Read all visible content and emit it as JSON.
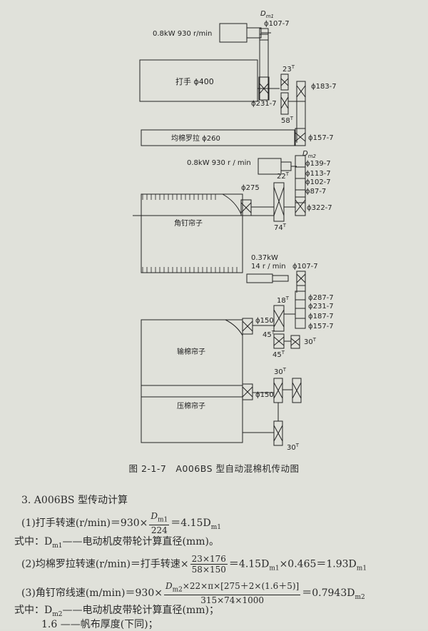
{
  "diagram": {
    "motor1": "0.8kW 930 r/min",
    "dm1_top": "D",
    "dm1_top_sub": "m1",
    "pulley_107_a": "ϕ107-7",
    "beater": "打手 ϕ400",
    "gear_23": "23",
    "gear_23_sup": "T",
    "pulley_183": "ϕ183-7",
    "pulley_231_a": "ϕ231-7",
    "gear_58": "58",
    "gear_58_sup": "T",
    "roller": "均棉罗拉 ϕ260",
    "pulley_157_a": "ϕ157-7",
    "dm2": "D",
    "dm2_sub": "m2",
    "pulley_139": "ϕ139-7",
    "motor2": "0.8kW 930 r / min",
    "pulley_113": "ϕ113-7",
    "pulley_102": "ϕ102-7",
    "pulley_87": "ϕ87-7",
    "gear_22": "22",
    "gear_22_sup": "T",
    "pulley_275": "ϕ275",
    "pulley_322": "ϕ322-7",
    "lattice": "角钉帘子",
    "gear_74": "74",
    "gear_74_sup": "T",
    "motor3_power": "0.37kW",
    "motor3_speed": "14 r / min",
    "pulley_107_b": "ϕ107-7",
    "gear_18": "18",
    "gear_18_sup": "T",
    "pulley_287": "ϕ287-7",
    "pulley_231_b": "ϕ231-7",
    "pulley_187": "ϕ187-7",
    "pulley_157_b": "ϕ157-7",
    "pulley_150_a": "ϕ150",
    "gear_45a": "45",
    "gear_45a_sup": "T",
    "gear_30a": "30",
    "gear_30a_sup": "T",
    "feed_lattice": "输棉帘子",
    "gear_45b": "45",
    "gear_45b_sup": "T",
    "gear_30b": "30",
    "gear_30b_sup": "T",
    "pulley_150_b": "ϕ150",
    "press_lattice": "压棉帘子",
    "gear_30c": "30",
    "gear_30c_sup": "T"
  },
  "caption": "图 2-1-7　A006BS 型自动混棉机传动图",
  "section": "3. A006BS 型传动计算",
  "eq1": {
    "lhs": "(1)打手转速(r/min)＝930×",
    "num": "D",
    "num_sub": "m1",
    "den": "224",
    "rhs": "＝4.15D",
    "rhs_sub": "m1"
  },
  "note1": {
    "text": "式中：D",
    "sub": "m1",
    "rest": "——电动机皮带轮计算直径(mm)。"
  },
  "eq2": {
    "lhs": "(2)均棉罗拉转速(r/min)＝打手转速×",
    "num": "23×176",
    "den": "58×150",
    "rhs": "＝4.15D",
    "rhs_sub": "m1",
    "rhs2": "×0.465＝1.93D",
    "rhs2_sub": "m1"
  },
  "eq3": {
    "lhs": "(3)角钉帘线速(m/min)＝930×",
    "num": "D",
    "num_sub": "m2",
    "num_rest": "×22×π×[275＋2×(1.6＋5)]",
    "den": "315×74×1000",
    "rhs": "＝0.7943D",
    "rhs_sub": "m2"
  },
  "note2": {
    "text": "式中：D",
    "sub": "m2",
    "rest": "——电动机皮带轮计算直径(mm)；"
  },
  "note3": "1.6 ——帆布厚度(下同)；"
}
